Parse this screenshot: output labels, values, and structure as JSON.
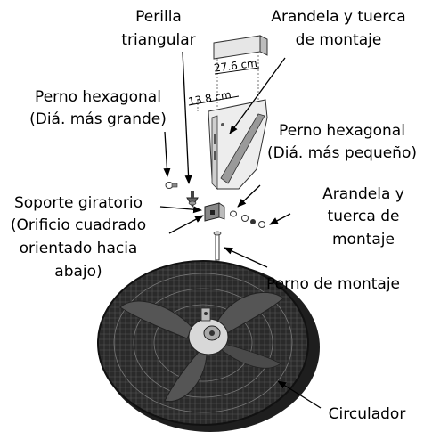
{
  "diagram": {
    "labels": {
      "perilla_line1": "Perilla",
      "perilla_line2": "triangular",
      "arandela_top_line1": "Arandela y tuerca",
      "arandela_top_line2": "de montaje",
      "perno_grande_line1": "Perno hexagonal",
      "perno_grande_line2": "(Diá. más grande)",
      "perno_pequeno_line1": "Perno hexagonal",
      "perno_pequeno_line2": "(Diá. más pequeño)",
      "soporte_line1": "Soporte giratorio",
      "soporte_line2": "(Orificio cuadrado",
      "soporte_line3": "orientado hacia",
      "soporte_line4": "abajo)",
      "arandela_right_line1": "Arandela y",
      "arandela_right_line2": "tuerca de",
      "arandela_right_line3": "montaje",
      "perno_montaje": "Perno de montaje",
      "circulador": "Circulador"
    },
    "dimensions": {
      "width_long": "27.6 cm",
      "width_short": "13.8 cm"
    }
  }
}
